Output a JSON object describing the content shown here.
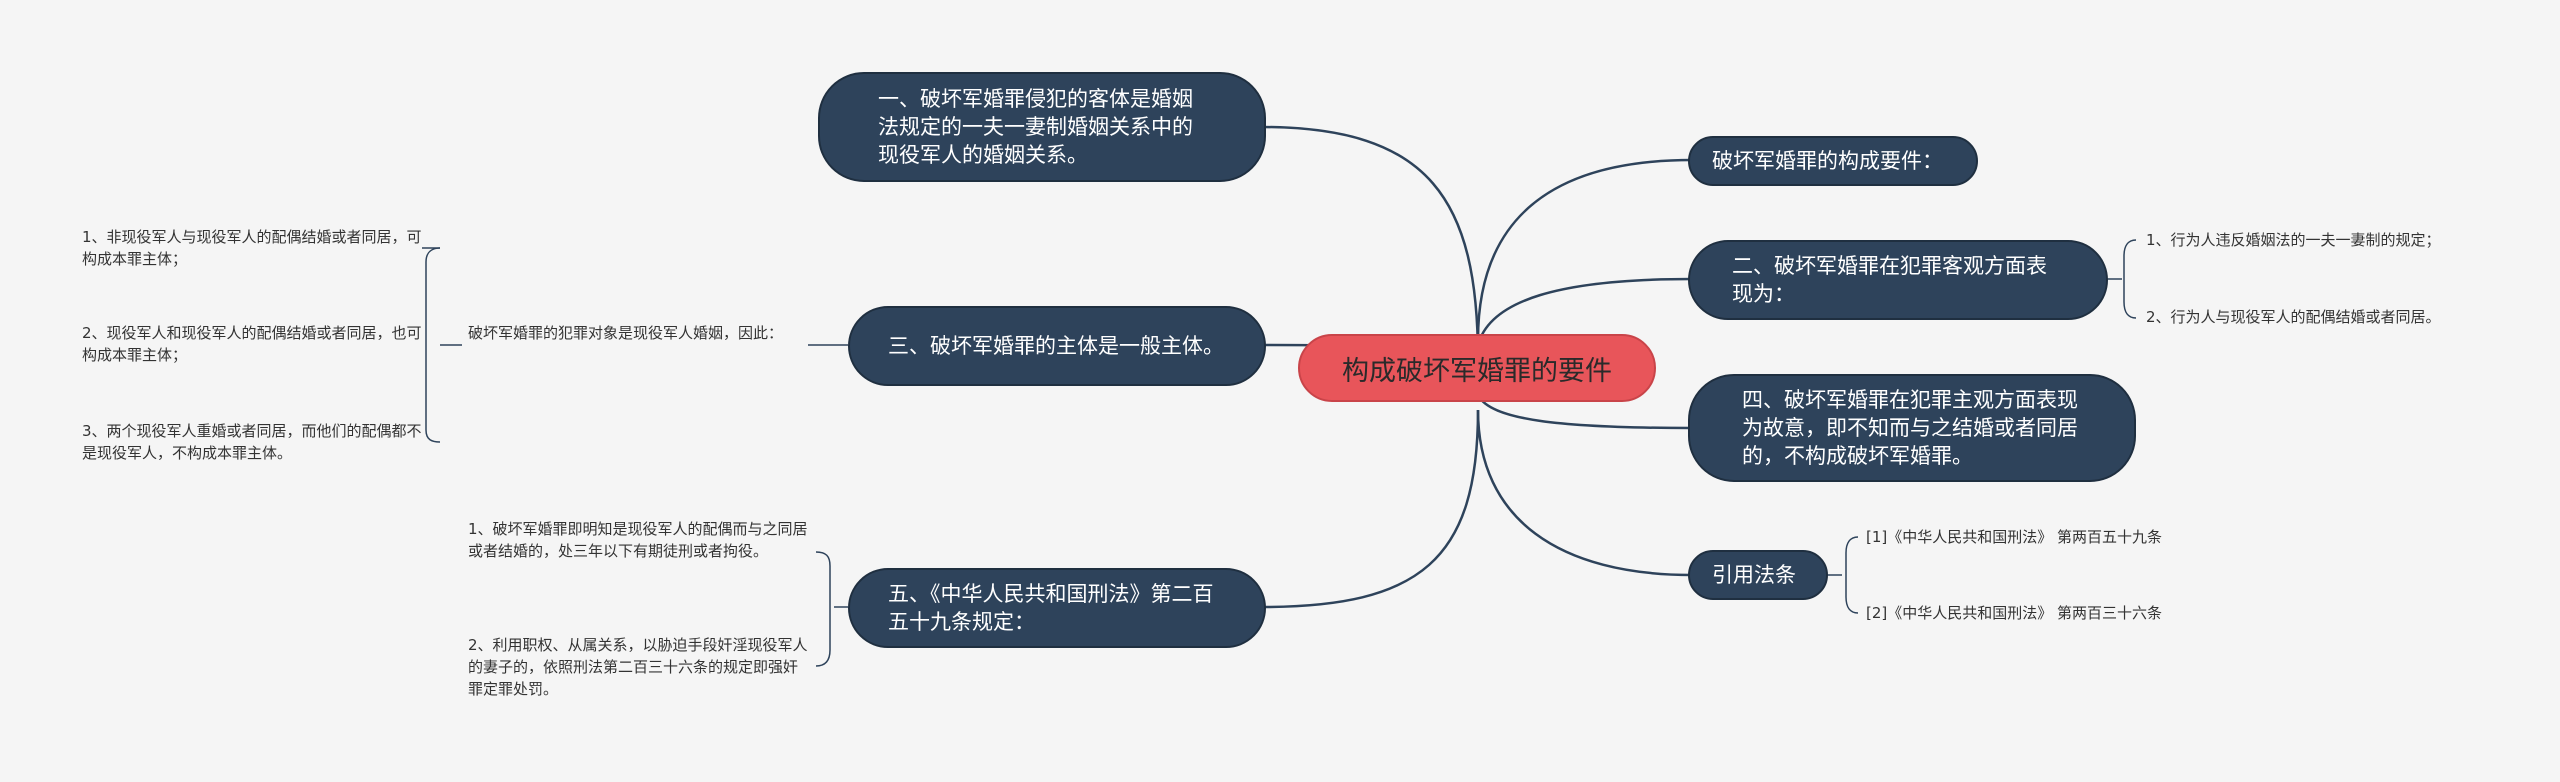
{
  "center": "构成破坏军婚罪的要件",
  "left": {
    "object_node": "一、破坏军婚罪侵犯的客体是婚姻法规定的一夫一妻制婚姻关系中的现役军人的婚姻关系。",
    "subject_node": "三、破坏军婚罪的主体是一般主体。",
    "subject_mid": "破坏军婚罪的犯罪对象是现役军人婚姻，因此：",
    "subject_items": [
      "1、非现役军人与现役军人的配偶结婚或者同居，可构成本罪主体；",
      "2、现役军人和现役军人的配偶结婚或者同居，也可构成本罪主体；",
      "3、两个现役军人重婚或者同居，而他们的配偶都不是现役军人，不构成本罪主体。"
    ],
    "law_node": "五、《中华人民共和国刑法》第二百五十九条规定：",
    "law_items": [
      "1、破坏军婚罪即明知是现役军人的配偶而与之同居或者结婚的，处三年以下有期徒刑或者拘役。",
      "2、利用职权、从属关系，以胁迫手段奸淫现役军人的妻子的，依照刑法第二百三十六条的规定即强奸罪定罪处罚。"
    ]
  },
  "right": {
    "elements_node": "破坏军婚罪的构成要件：",
    "objective_node": "二、破坏军婚罪在犯罪客观方面表现为：",
    "objective_items": [
      "1、行为人违反婚姻法的一夫一妻制的规定；",
      "2、行为人与现役军人的配偶结婚或者同居。"
    ],
    "subjective_node": "四、破坏军婚罪在犯罪主观方面表现为故意，即不知而与之结婚或者同居的，不构成破坏军婚罪。",
    "citation_node": "引用法条",
    "citation_items": [
      "[1]《中华人民共和国刑法》 第两百五十九条",
      "[2]《中华人民共和国刑法》 第两百三十六条"
    ]
  },
  "colors": {
    "node_fill": "#2e435b",
    "center_fill": "#e8555a",
    "line": "#2e435b",
    "background": "#f5f5f5"
  }
}
